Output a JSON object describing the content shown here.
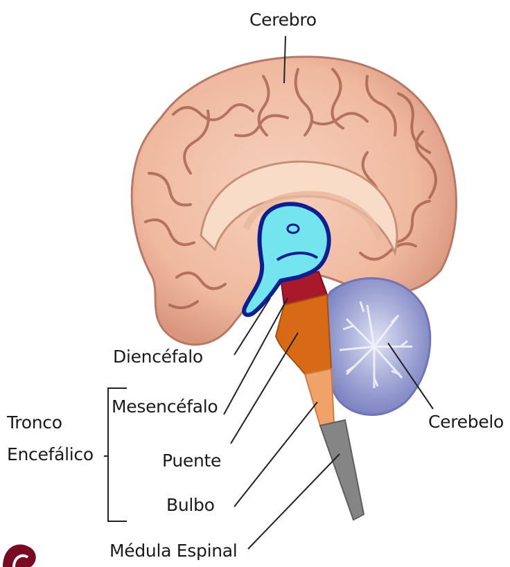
{
  "labels": {
    "cerebro": "Cerebro",
    "diencefalo": "Diencéfalo",
    "mesencefalo": "Mesencéfalo",
    "puente": "Puente",
    "bulbo": "Bulbo",
    "medula": "Médula Espinal",
    "cerebelo": "Cerebelo",
    "tronco_line1": "Tronco",
    "tronco_line2": "Encefálico"
  },
  "colors": {
    "cerebrum": "#f3c2a8",
    "cerebrum_gyri": "#a05a48",
    "diencephalon_fill": "#74e4ef",
    "diencephalon_outline": "#0b1f8f",
    "midbrain": "#a8192c",
    "pons": "#d86a17",
    "medulla": "#f1a268",
    "spinal_cord": "#858585",
    "cerebellum": "#8c93cc",
    "leader_lines": "#222222",
    "corner_logo": "#7a0a24"
  },
  "icons": {
    "corner_logo": "swirl-logo-icon"
  }
}
